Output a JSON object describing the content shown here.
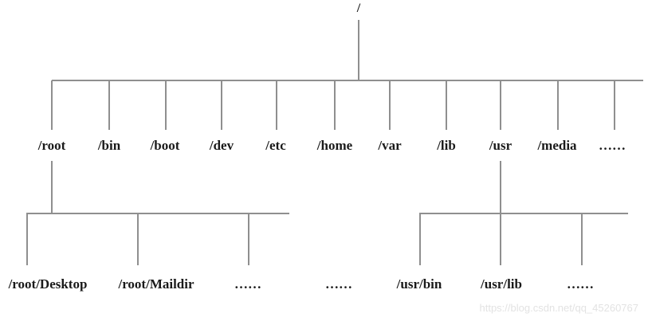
{
  "diagram": {
    "root": "/",
    "level1": [
      "/root",
      "/bin",
      "/boot",
      "/dev",
      "/etc",
      "/home",
      "/var",
      "/lib",
      "/usr",
      "/media",
      "……"
    ],
    "root_subtree": [
      "/root/Desktop",
      "/root/Maildir",
      "……",
      "……"
    ],
    "usr_subtree": [
      "/usr/bin",
      "/usr/lib",
      "……"
    ]
  },
  "watermark": "https://blog.csdn.net/qq_45260767",
  "colors": {
    "line": "#8f8f8f",
    "text": "#1a1a1a",
    "watermark": "#e3e3e3",
    "background": "#ffffff"
  }
}
